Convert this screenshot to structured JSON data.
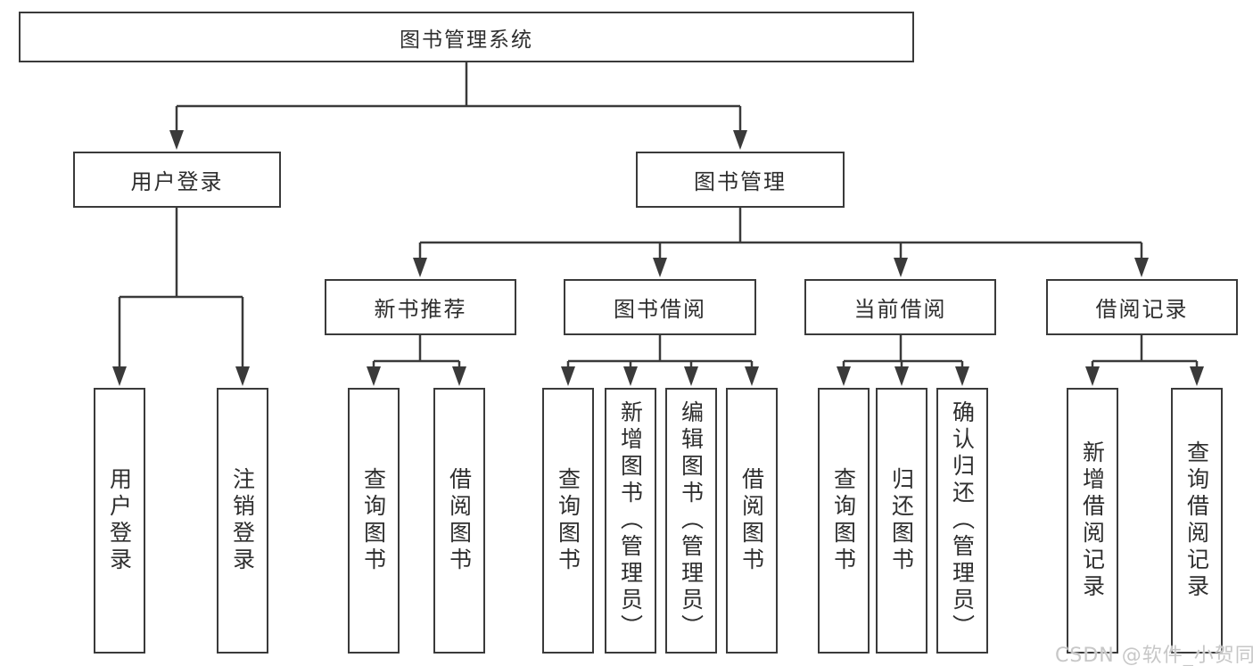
{
  "colors": {
    "line": "#3a3a3a",
    "box_border": "#3a3a3a",
    "text": "#2e2e2e",
    "watermark": "#c7c7c7",
    "background": "#ffffff"
  },
  "watermark": "CSDN @软件_小贺同学",
  "tree": {
    "root": "图书管理系统",
    "level2": [
      {
        "label": "用户登录"
      },
      {
        "label": "图书管理"
      }
    ],
    "level3": [
      {
        "label": "新书推荐"
      },
      {
        "label": "图书借阅"
      },
      {
        "label": "当前借阅"
      },
      {
        "label": "借阅记录"
      }
    ],
    "leaves": {
      "login": [
        "用户登录",
        "注销登录"
      ],
      "recommend": [
        "查询图书",
        "借阅图书"
      ],
      "borrow": [
        "查询图书",
        "新增图书（管理员）",
        "编辑图书（管理员）",
        "借阅图书"
      ],
      "current": [
        "查询图书",
        "归还图书",
        "确认归还（管理员）"
      ],
      "records": [
        "新增借阅记录",
        "查询借阅记录"
      ]
    }
  }
}
